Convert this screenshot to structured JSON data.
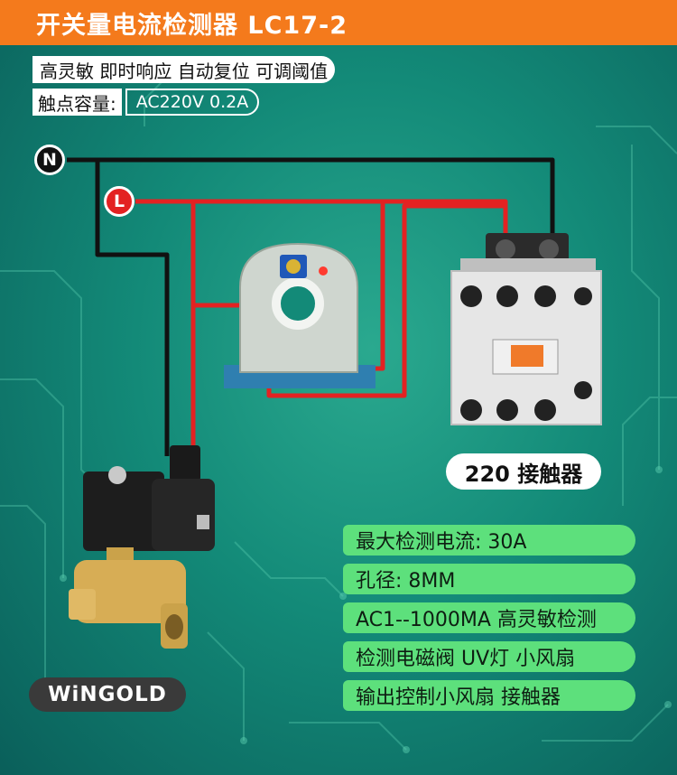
{
  "header": {
    "title": "开关量电流检测器 LC17-2"
  },
  "features": {
    "text": "高灵敏  即时响应  自动复位  可调阈值"
  },
  "contact": {
    "label": "触点容量:",
    "value": "AC220V 0.2A"
  },
  "wiring": {
    "neutral_label": "N",
    "live_label": "L"
  },
  "colors": {
    "header": "#f47a1c",
    "live_wire": "#e32222",
    "neutral_wire": "#111111",
    "spec_pill": "#5de07c",
    "background": "#138a78"
  },
  "contactor": {
    "label": "220 接触器"
  },
  "specs": [
    "最大检测电流: 30A",
    "孔径: 8MM",
    "AC1--1000MA 高灵敏检测",
    "检测电磁阀 UV灯 小风扇",
    "输出控制小风扇 接触器"
  ],
  "brand": {
    "logo": "WiNGOLD"
  }
}
